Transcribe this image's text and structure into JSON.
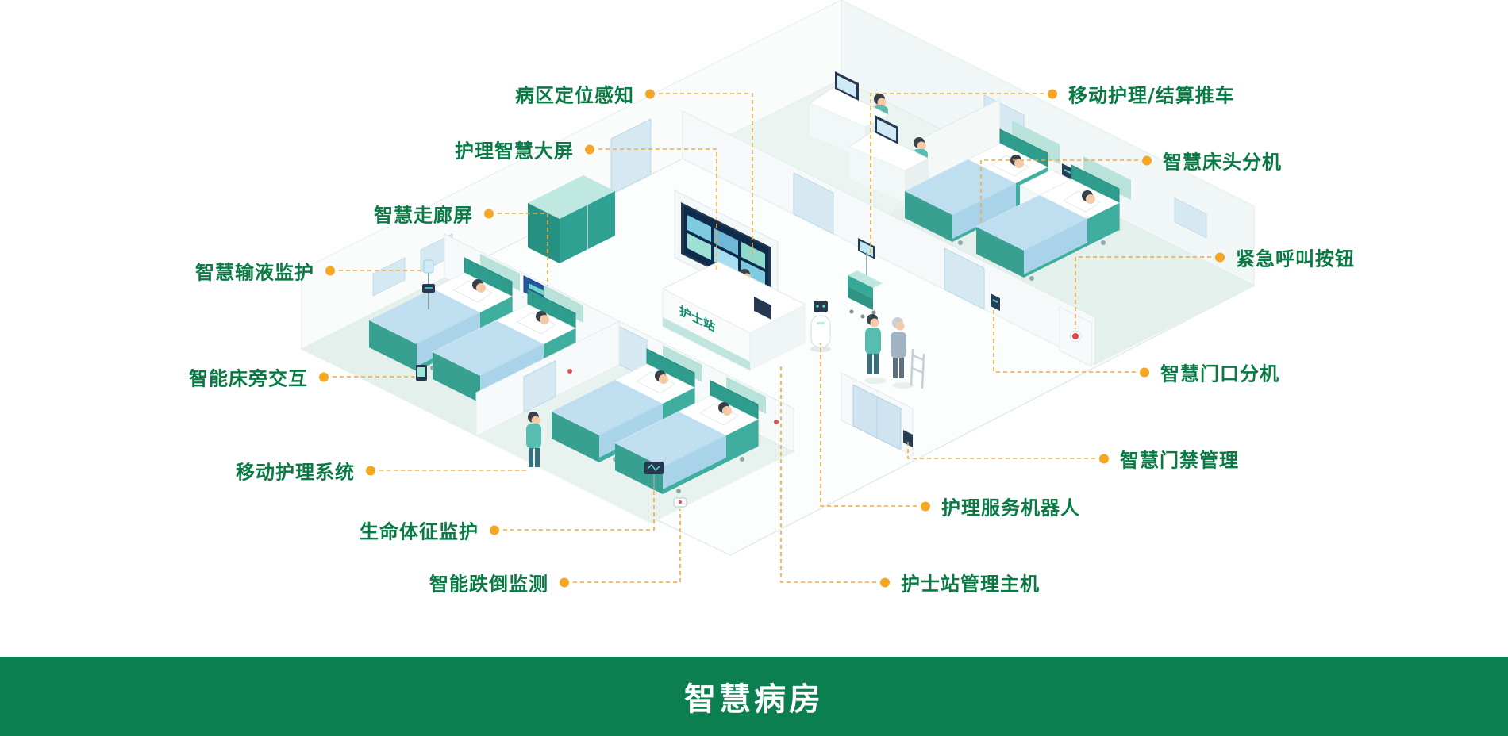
{
  "banner": {
    "title": "智慧病房"
  },
  "scene": {
    "nurse_station_sign": "护士站"
  },
  "colors": {
    "label_text": "#0a7a45",
    "callout_dot": "#f5a623",
    "leader_line": "#f2a93b",
    "banner_background": "#0b7f4f",
    "furniture_teal": "#35ab9c",
    "blanket_blue": "#bfdff0",
    "screen_navy": "#0d2b4a"
  },
  "labels": [
    {
      "id": "ward-positioning-sensing",
      "text": "病区定位感知",
      "side": "left"
    },
    {
      "id": "nursing-smart-screen",
      "text": "护理智慧大屏",
      "side": "left"
    },
    {
      "id": "smart-corridor-screen",
      "text": "智慧走廊屏",
      "side": "left"
    },
    {
      "id": "smart-infusion-monitoring",
      "text": "智慧输液监护",
      "side": "left"
    },
    {
      "id": "smart-bedside-interaction",
      "text": "智能床旁交互",
      "side": "left"
    },
    {
      "id": "mobile-nursing-system",
      "text": "移动护理系统",
      "side": "left"
    },
    {
      "id": "vital-signs-monitoring",
      "text": "生命体征监护",
      "side": "left"
    },
    {
      "id": "smart-fall-detection",
      "text": "智能跌倒监测",
      "side": "left"
    },
    {
      "id": "mobile-nursing-cart",
      "text": "移动护理/结算推车",
      "side": "right"
    },
    {
      "id": "smart-bedside-terminal",
      "text": "智慧床头分机",
      "side": "right"
    },
    {
      "id": "emergency-call-button",
      "text": "紧急呼叫按钮",
      "side": "right"
    },
    {
      "id": "smart-door-terminal",
      "text": "智慧门口分机",
      "side": "right"
    },
    {
      "id": "smart-access-control",
      "text": "智慧门禁管理",
      "side": "right"
    },
    {
      "id": "nursing-service-robot",
      "text": "护理服务机器人",
      "side": "right"
    },
    {
      "id": "nurse-station-host",
      "text": "护士站管理主机",
      "side": "right"
    }
  ]
}
